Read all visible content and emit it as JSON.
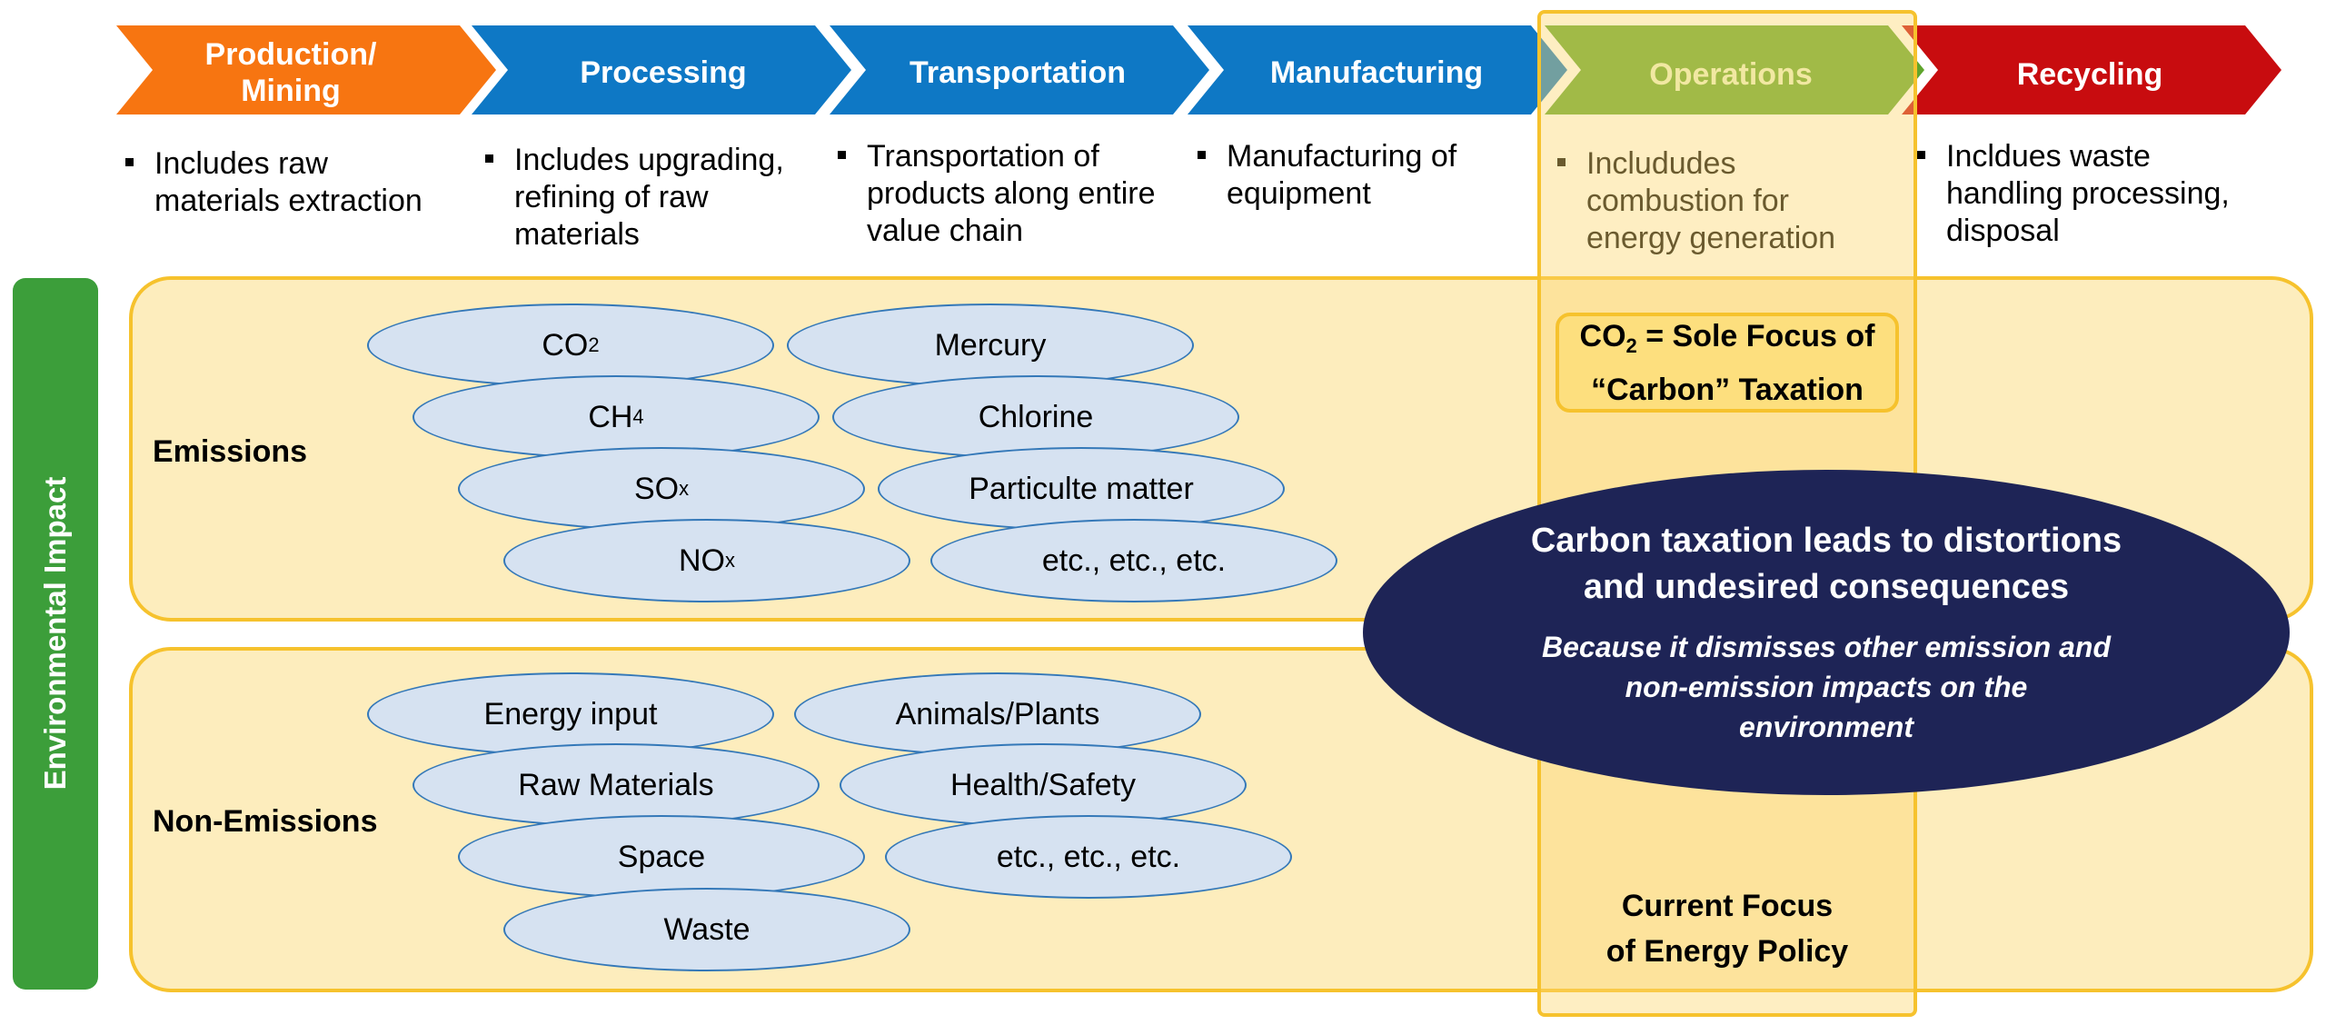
{
  "stages": [
    {
      "name": "production-mining",
      "label": "Production/\nMining",
      "color": "#f77511",
      "bullet": "Includes raw materials extraction"
    },
    {
      "name": "processing",
      "label": "Processing",
      "color": "#0e78c5",
      "bullet": "Includes upgrading, refining of raw materials"
    },
    {
      "name": "transportation",
      "label": "Transportation",
      "color": "#0e78c5",
      "bullet": "Transportation of products along entire value chain"
    },
    {
      "name": "manufacturing",
      "label": "Manufacturing",
      "color": "#0e78c5",
      "bullet": "Manufacturing of equipment"
    },
    {
      "name": "operations",
      "label": "Operations",
      "color": "#5fa52c",
      "bullet": "Includudes combustion for energy generation"
    },
    {
      "name": "recycling",
      "label": "Recycling",
      "color": "#c80c0f",
      "bullet": "Incldues waste handling processing, disposal"
    }
  ],
  "side_label": "Environmental Impact",
  "emissions": {
    "label": "Emissions",
    "items": [
      {
        "main": "CO",
        "sub": "2"
      },
      {
        "main": "Mercury",
        "sub": ""
      },
      {
        "main": "CH",
        "sub": "4"
      },
      {
        "main": "Chlorine",
        "sub": ""
      },
      {
        "main": "SO",
        "sub": "x"
      },
      {
        "main": "Particulte matter",
        "sub": ""
      },
      {
        "main": "NO",
        "sub": "x"
      },
      {
        "main": "etc., etc., etc.",
        "sub": ""
      }
    ]
  },
  "non_emissions": {
    "label": "Non-Emissions",
    "items": [
      {
        "main": "Energy input"
      },
      {
        "main": "Animals/Plants"
      },
      {
        "main": "Raw Materials"
      },
      {
        "main": "Health/Safety"
      },
      {
        "main": "Space"
      },
      {
        "main": "etc., etc., etc."
      },
      {
        "main": "Waste"
      }
    ]
  },
  "co2_box": {
    "pre": "CO",
    "sub": "2",
    "post": " = Sole Focus of",
    "line2": "“Carbon” Taxation"
  },
  "callout": {
    "title_line1": "Carbon taxation leads to distortions",
    "title_line2": "and undesired consequences",
    "sub_line1": "Because it dismisses other emission and",
    "sub_line2": "non-emission impacts on the",
    "sub_line3": "environment"
  },
  "current_focus": {
    "line1": "Current Focus",
    "line2": "of Energy Policy"
  },
  "colors": {
    "band_fill": "#fdedbd",
    "band_border": "#f6c22d",
    "oval_fill": "#d6e2f1",
    "oval_border": "#3478b8",
    "callout": "#1e2456",
    "side": "#3c9e3a"
  }
}
